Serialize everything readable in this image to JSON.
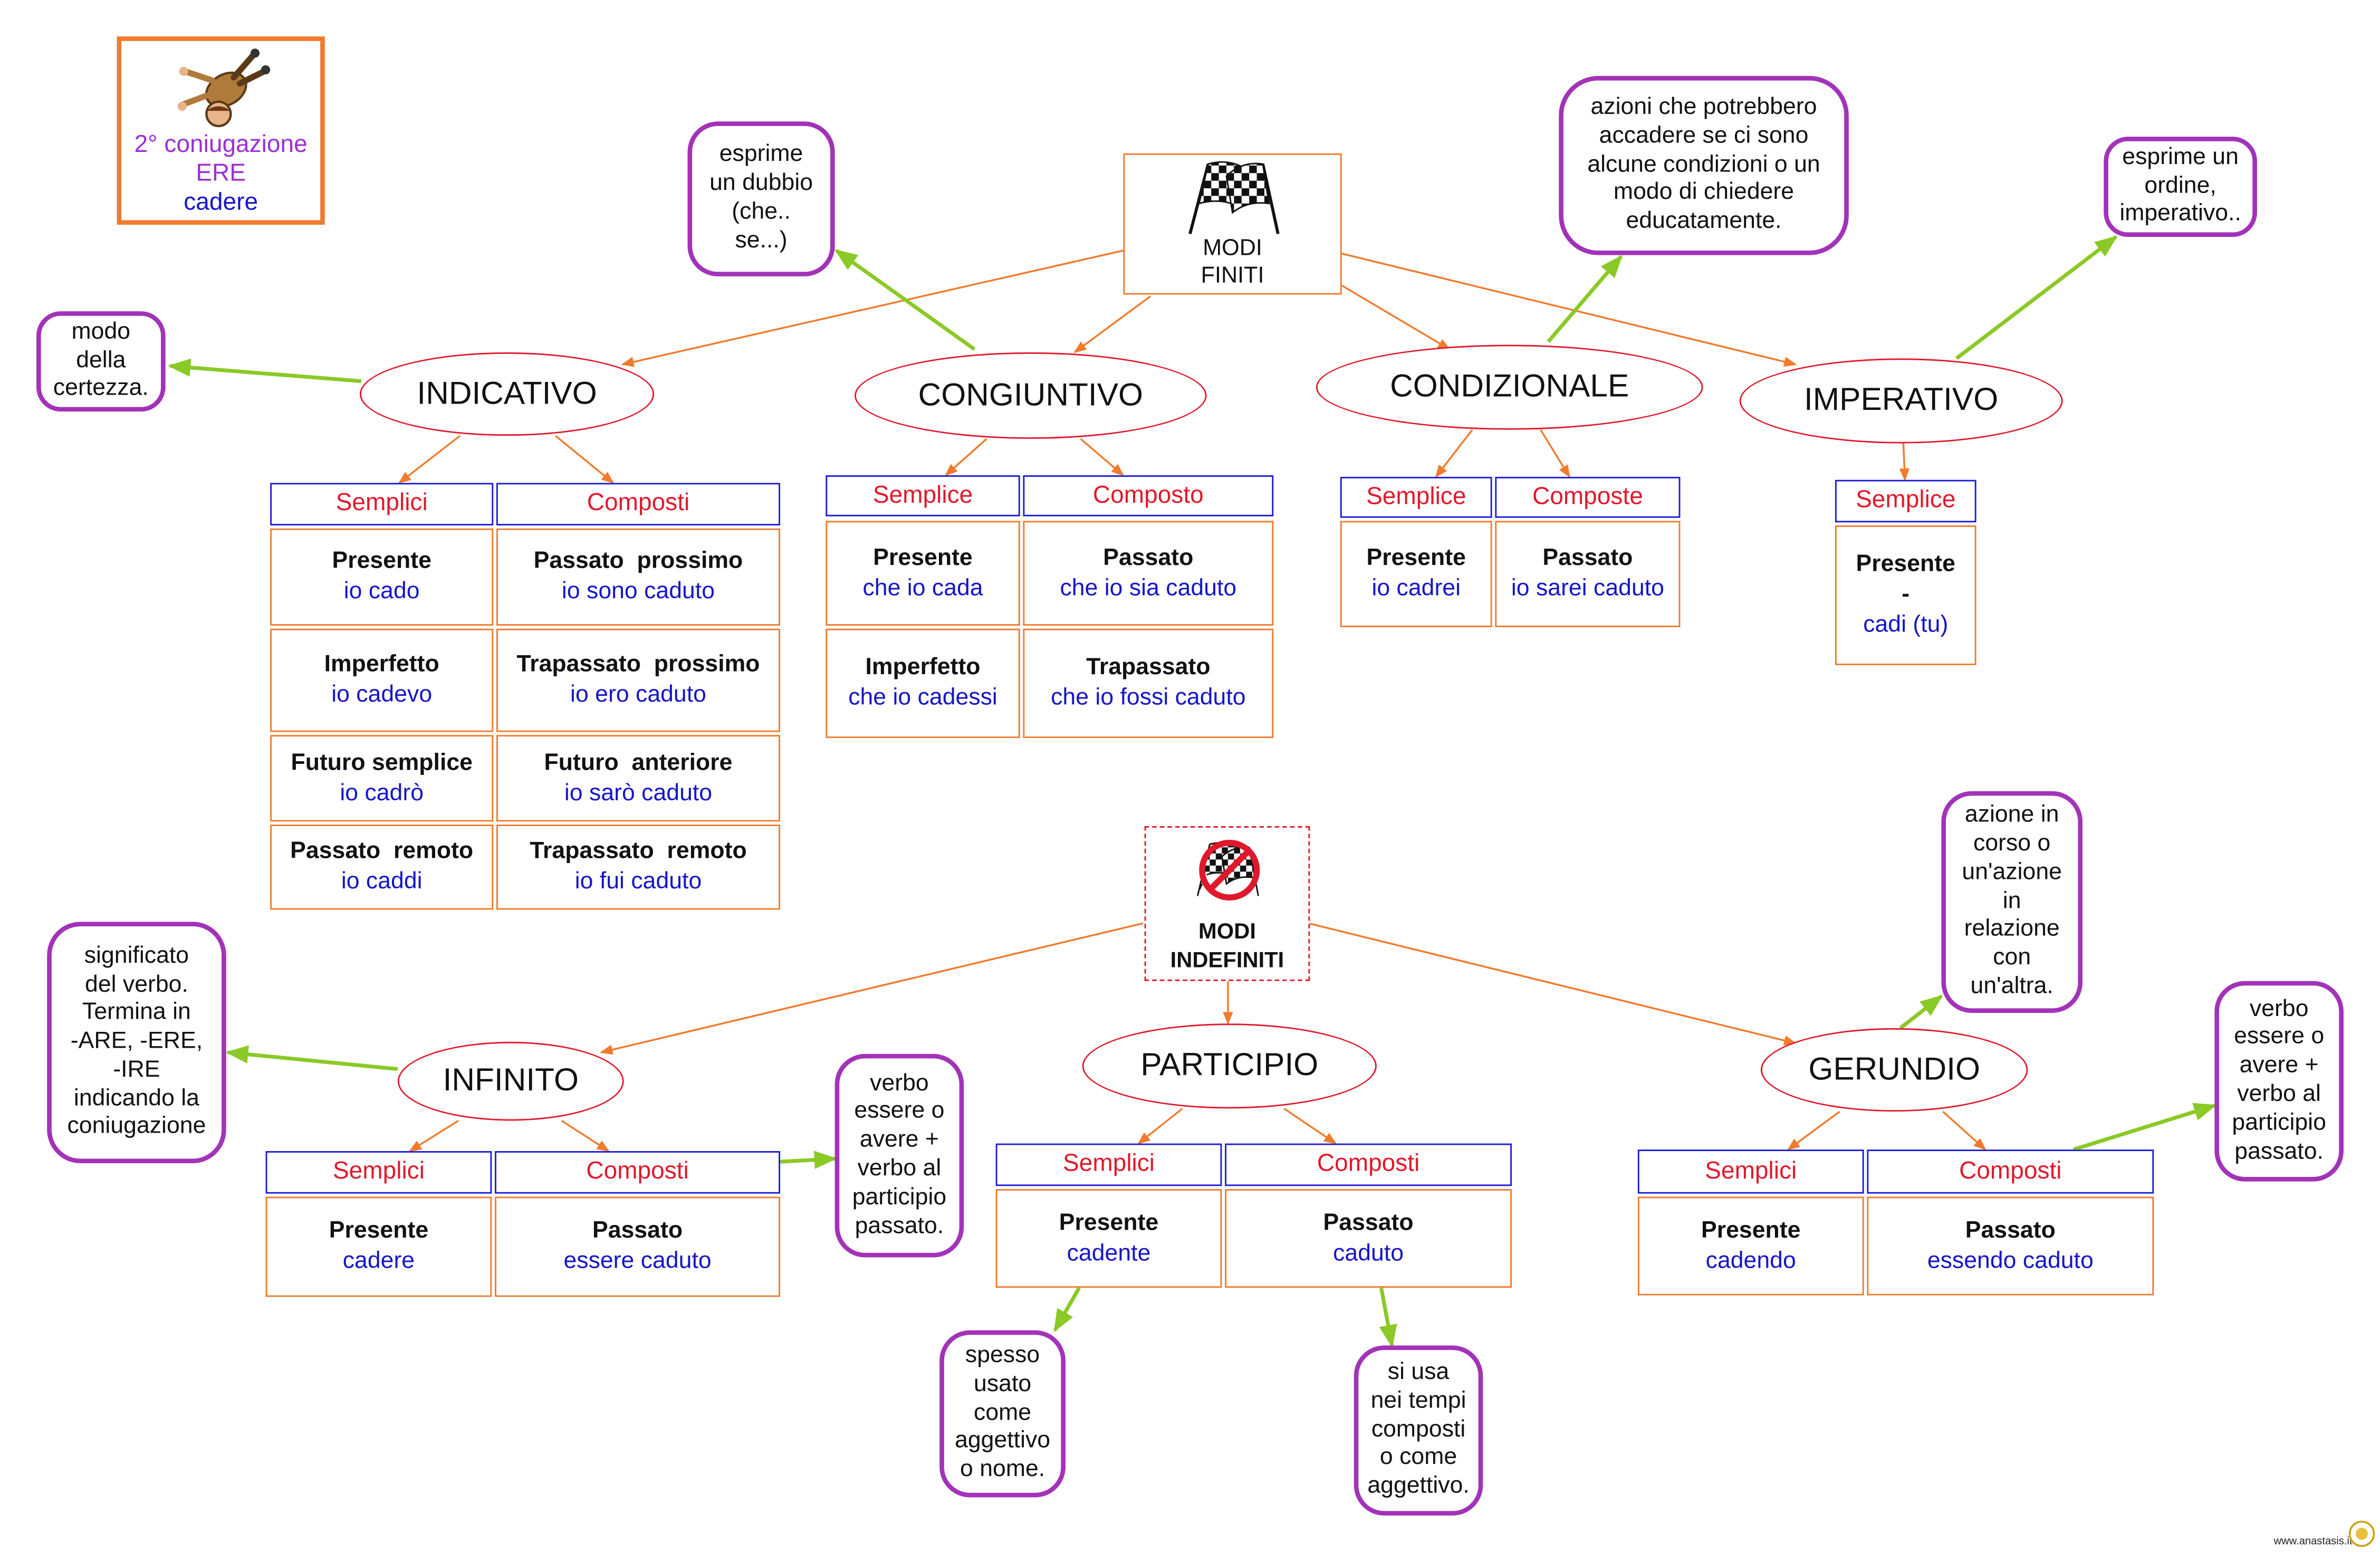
{
  "verb_card": {
    "line1": "2° coniugazione",
    "line2": "ERE",
    "verb": "cadere",
    "colors": {
      "conjugation": "#9b2fd4",
      "verb": "#1515c8"
    }
  },
  "finite": {
    "label": [
      "MODI",
      "FINITI"
    ],
    "indicativo": {
      "name": "INDICATIVO",
      "bubble": "modo\ndella\ncertezza.",
      "headers": [
        "Semplici",
        "Composti"
      ],
      "rows": [
        [
          {
            "t": "Presente",
            "e": "io cado"
          },
          {
            "t": "Passato  prossimo",
            "e": "io sono caduto"
          }
        ],
        [
          {
            "t": "Imperfetto",
            "e": "io cadevo"
          },
          {
            "t": "Trapassato  prossimo",
            "e": "io ero caduto"
          }
        ],
        [
          {
            "t": "Futuro semplice",
            "e": "io cadrò"
          },
          {
            "t": "Futuro  anteriore",
            "e": "io sarò caduto"
          }
        ],
        [
          {
            "t": "Passato  remoto",
            "e": "io caddi"
          },
          {
            "t": "Trapassato  remoto",
            "e": "io fui caduto"
          }
        ]
      ]
    },
    "congiuntivo": {
      "name": "CONGIUNTIVO",
      "bubble": "esprime\nun dubbio\n(che..\nse...)",
      "headers": [
        "Semplice",
        "Composto"
      ],
      "rows": [
        [
          {
            "t": "Presente",
            "e": "che io cada"
          },
          {
            "t": "Passato",
            "e": "che io sia caduto"
          }
        ],
        [
          {
            "t": "Imperfetto",
            "e": "che io cadessi"
          },
          {
            "t": "Trapassato",
            "e": "che io fossi caduto"
          }
        ]
      ]
    },
    "condizionale": {
      "name": "CONDIZIONALE",
      "bubble": "azioni che potrebbero\naccadere se ci sono\nalcune condizioni o un\nmodo di chiedere\neducatamente.",
      "headers": [
        "Semplice",
        "Composte"
      ],
      "rows": [
        [
          {
            "t": "Presente",
            "e": "io cadrei"
          },
          {
            "t": "Passato",
            "e": "io sarei caduto"
          }
        ]
      ]
    },
    "imperativo": {
      "name": "IMPERATIVO",
      "bubble": "esprime un\nordine,\nimperativo..",
      "headers": [
        "Semplice"
      ],
      "cell": {
        "t": "Presente",
        "dash": "-",
        "e": "cadi (tu)"
      }
    }
  },
  "indefinite": {
    "label": [
      "MODI",
      "INDEFINITI"
    ],
    "infinito": {
      "name": "INFINITO",
      "bubble": "significato\ndel verbo.\nTermina in\n-ARE, -ERE,\n-IRE\nindicando la\nconiugazione",
      "bubble2": "verbo\nessere o\navere +\nverbo al\nparticipio\npassato.",
      "headers": [
        "Semplici",
        "Composti"
      ],
      "row": [
        {
          "t": "Presente",
          "e": "cadere"
        },
        {
          "t": "Passato",
          "e": "essere caduto"
        }
      ]
    },
    "participio": {
      "name": "PARTICIPIO",
      "bubble_left": "spesso\nusato\ncome\naggettivo\no nome.",
      "bubble_right": "si usa\nnei tempi\ncomposti\no come\naggettivo.",
      "headers": [
        "Semplici",
        "Composti"
      ],
      "row": [
        {
          "t": "Presente",
          "e": "cadente"
        },
        {
          "t": "Passato",
          "e": "caduto"
        }
      ]
    },
    "gerundio": {
      "name": "GERUNDIO",
      "bubble_top": "azione in\ncorso o\nun'azione\nin\nrelazione\ncon\nun'altra.",
      "bubble_right": "verbo\nessere o\navere +\nverbo al\nparticipio\npassato.",
      "headers": [
        "Semplici",
        "Composti"
      ],
      "row": [
        {
          "t": "Presente",
          "e": "cadendo"
        },
        {
          "t": "Passato",
          "e": "essendo caduto"
        }
      ]
    }
  },
  "footer": "www.anastasis.it",
  "icons": [
    "falling-man-icon",
    "checkered-flags-icon",
    "no-flags-icon"
  ],
  "colors": {
    "oval": "#e0182b",
    "table_border": "#f07b2d",
    "header_border": "#1a1adb",
    "example": "#1515c8",
    "bubble": "#a233b8",
    "green_arrow": "#8ac926",
    "orange_arrow": "#f07b2d"
  }
}
